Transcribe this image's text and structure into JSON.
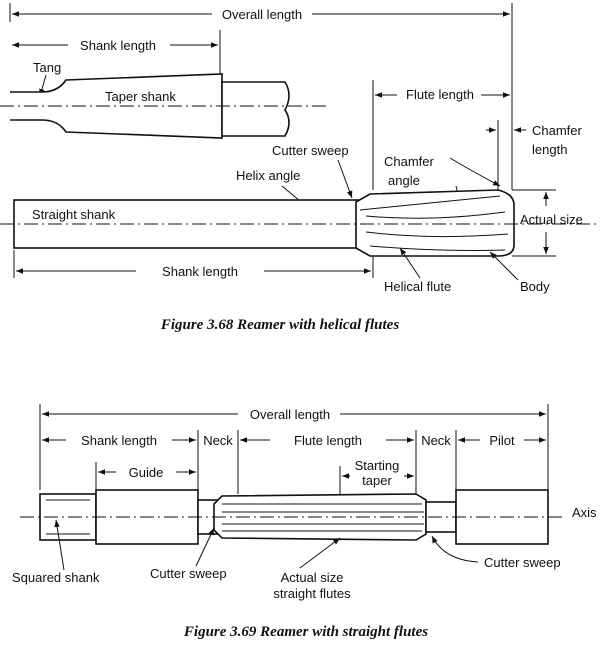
{
  "figure1": {
    "caption": "Figure 3.68 Reamer with helical flutes",
    "labels": {
      "overall_length": "Overall length",
      "shank_length_top": "Shank length",
      "tang": "Tang",
      "taper_shank": "Taper shank",
      "flute_length": "Flute length",
      "chamfer_length_1": "Chamfer",
      "chamfer_length_2": "length",
      "cutter_sweep": "Cutter sweep",
      "chamfer_angle_1": "Chamfer",
      "chamfer_angle_2": "angle",
      "helix_angle": "Helix angle",
      "straight_shank": "Straight shank",
      "actual_size": "Actual size",
      "shank_length_bottom": "Shank length",
      "helical_flute": "Helical flute",
      "body": "Body"
    }
  },
  "figure2": {
    "caption": "Figure 3.69 Reamer with straight flutes",
    "labels": {
      "overall_length": "Overall length",
      "shank_length": "Shank length",
      "neck_left": "Neck",
      "flute_length": "Flute length",
      "neck_right": "Neck",
      "pilot": "Pilot",
      "guide": "Guide",
      "starting_taper_1": "Starting",
      "starting_taper_2": "taper",
      "axis": "Axis",
      "squared_shank": "Squared shank",
      "cutter_sweep_left": "Cutter sweep",
      "actual_size_1": "Actual size",
      "actual_size_2": "straight flutes",
      "cutter_sweep_right": "Cutter sweep"
    }
  }
}
